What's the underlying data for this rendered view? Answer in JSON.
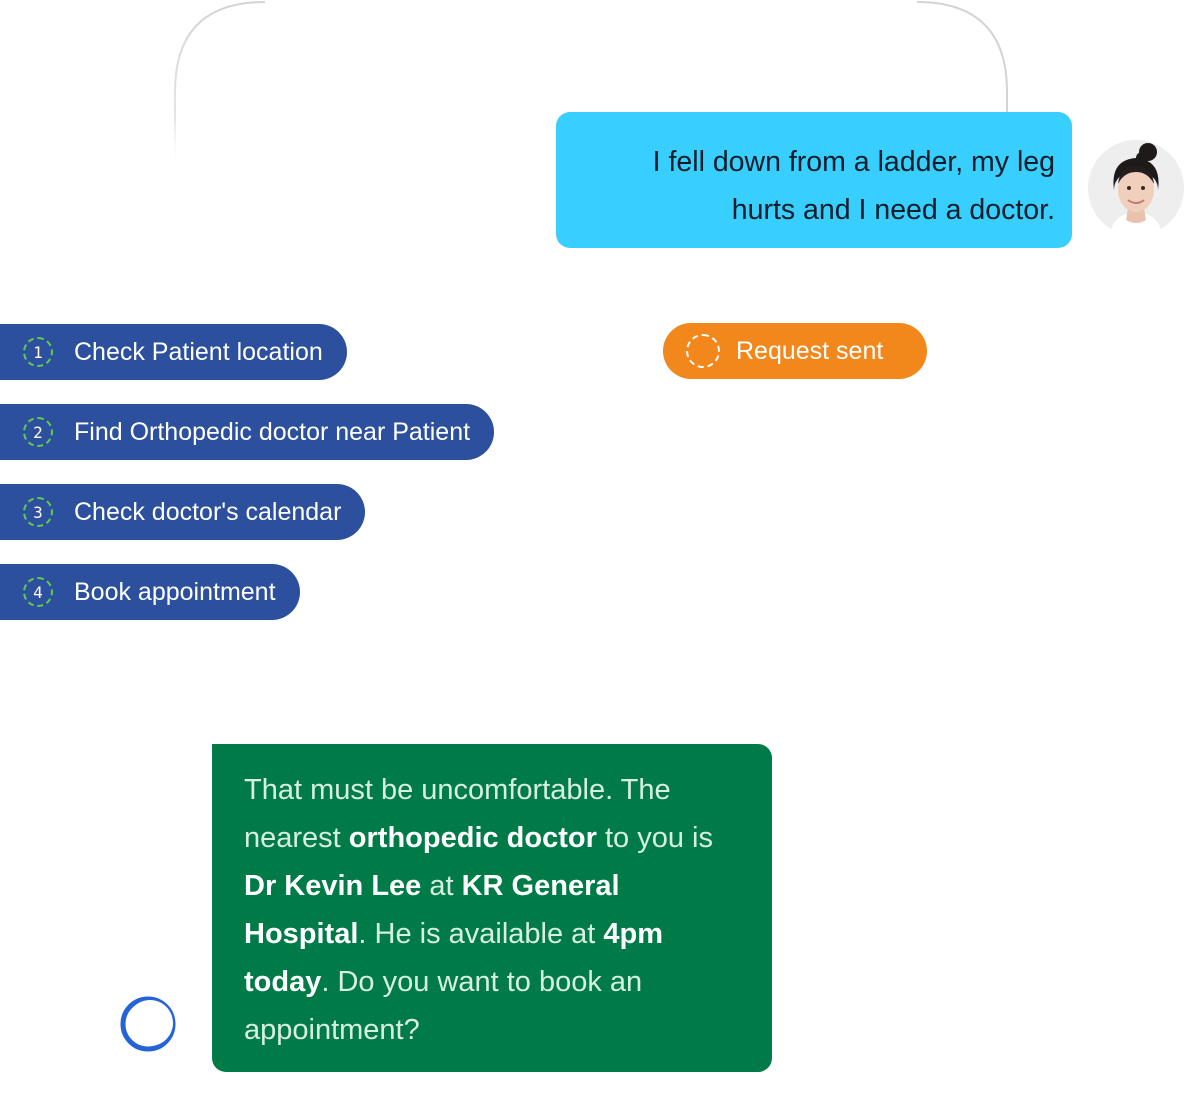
{
  "user_message": {
    "text": "I fell down from a ladder, my leg hurts and I need a doctor."
  },
  "steps": [
    {
      "number": "1",
      "label": "Check Patient location"
    },
    {
      "number": "2",
      "label": "Find Orthopedic doctor near Patient"
    },
    {
      "number": "3",
      "label": "Check doctor's calendar"
    },
    {
      "number": "4",
      "label": "Book appointment"
    }
  ],
  "status": {
    "label": "Request sent",
    "color": "#f2871c"
  },
  "assistant_message": {
    "p1": "That must be uncomfortable. The nearest ",
    "b1": "orthopedic doctor",
    "p2": " to you is ",
    "b2": "Dr Kevin Lee",
    "p3": " at ",
    "b3": "KR General Hospital",
    "p4": ". He is available at ",
    "b4": "4pm today",
    "p5": ". Do you want to book an appointment?"
  },
  "colors": {
    "user_bubble": "#38cefd",
    "step_pill": "#2c4f9e",
    "step_number_ring": "#5ecc52",
    "assistant_bubble": "#007a47",
    "loader": "#2563d9"
  }
}
